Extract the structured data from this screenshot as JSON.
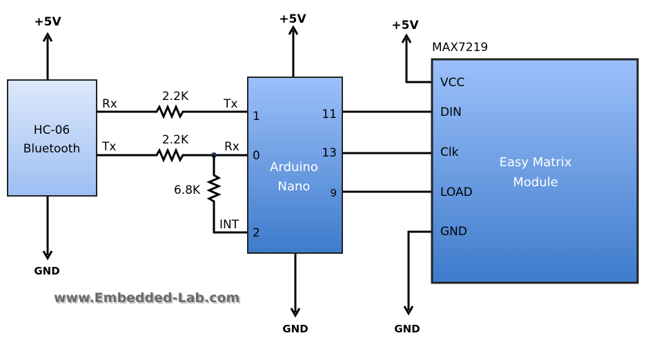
{
  "power": {
    "vcc": "+5V",
    "gnd": "GND"
  },
  "hc06": {
    "name_line1": "HC-06",
    "name_line2": "Bluetooth",
    "pin_rx": "Rx",
    "pin_tx": "Tx"
  },
  "resistors": {
    "r1": "2.2K",
    "r2": "2.2K",
    "r3": "6.8K"
  },
  "arduino": {
    "name_line1": "Arduino",
    "name_line2": "Nano",
    "signal_tx": "Tx",
    "signal_rx": "Rx",
    "signal_int": "INT",
    "pins_left": [
      "1",
      "0",
      "2"
    ],
    "pins_right": [
      "11",
      "13",
      "9"
    ]
  },
  "max7219": {
    "chip": "MAX7219",
    "name_line1": "Easy Matrix",
    "name_line2": "Module",
    "pins": [
      "VCC",
      "DIN",
      "Clk",
      "LOAD",
      "GND"
    ]
  },
  "watermark": "www.Embedded-Lab.com",
  "colors": {
    "hc06_top": "#dde9fb",
    "hc06_bottom": "#9dbff3",
    "block_top": "#9cc0fa",
    "block_bottom": "#3e7bcb"
  }
}
